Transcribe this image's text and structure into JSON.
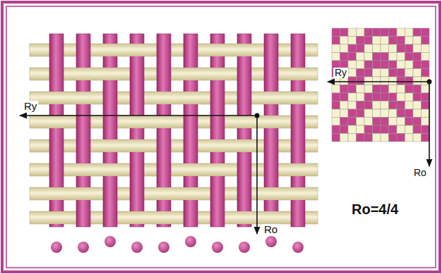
{
  "diagram": {
    "labels": [
      "Ry",
      "Ro",
      "Ry",
      "Ro",
      "Ro=4/4"
    ]
  }
}
